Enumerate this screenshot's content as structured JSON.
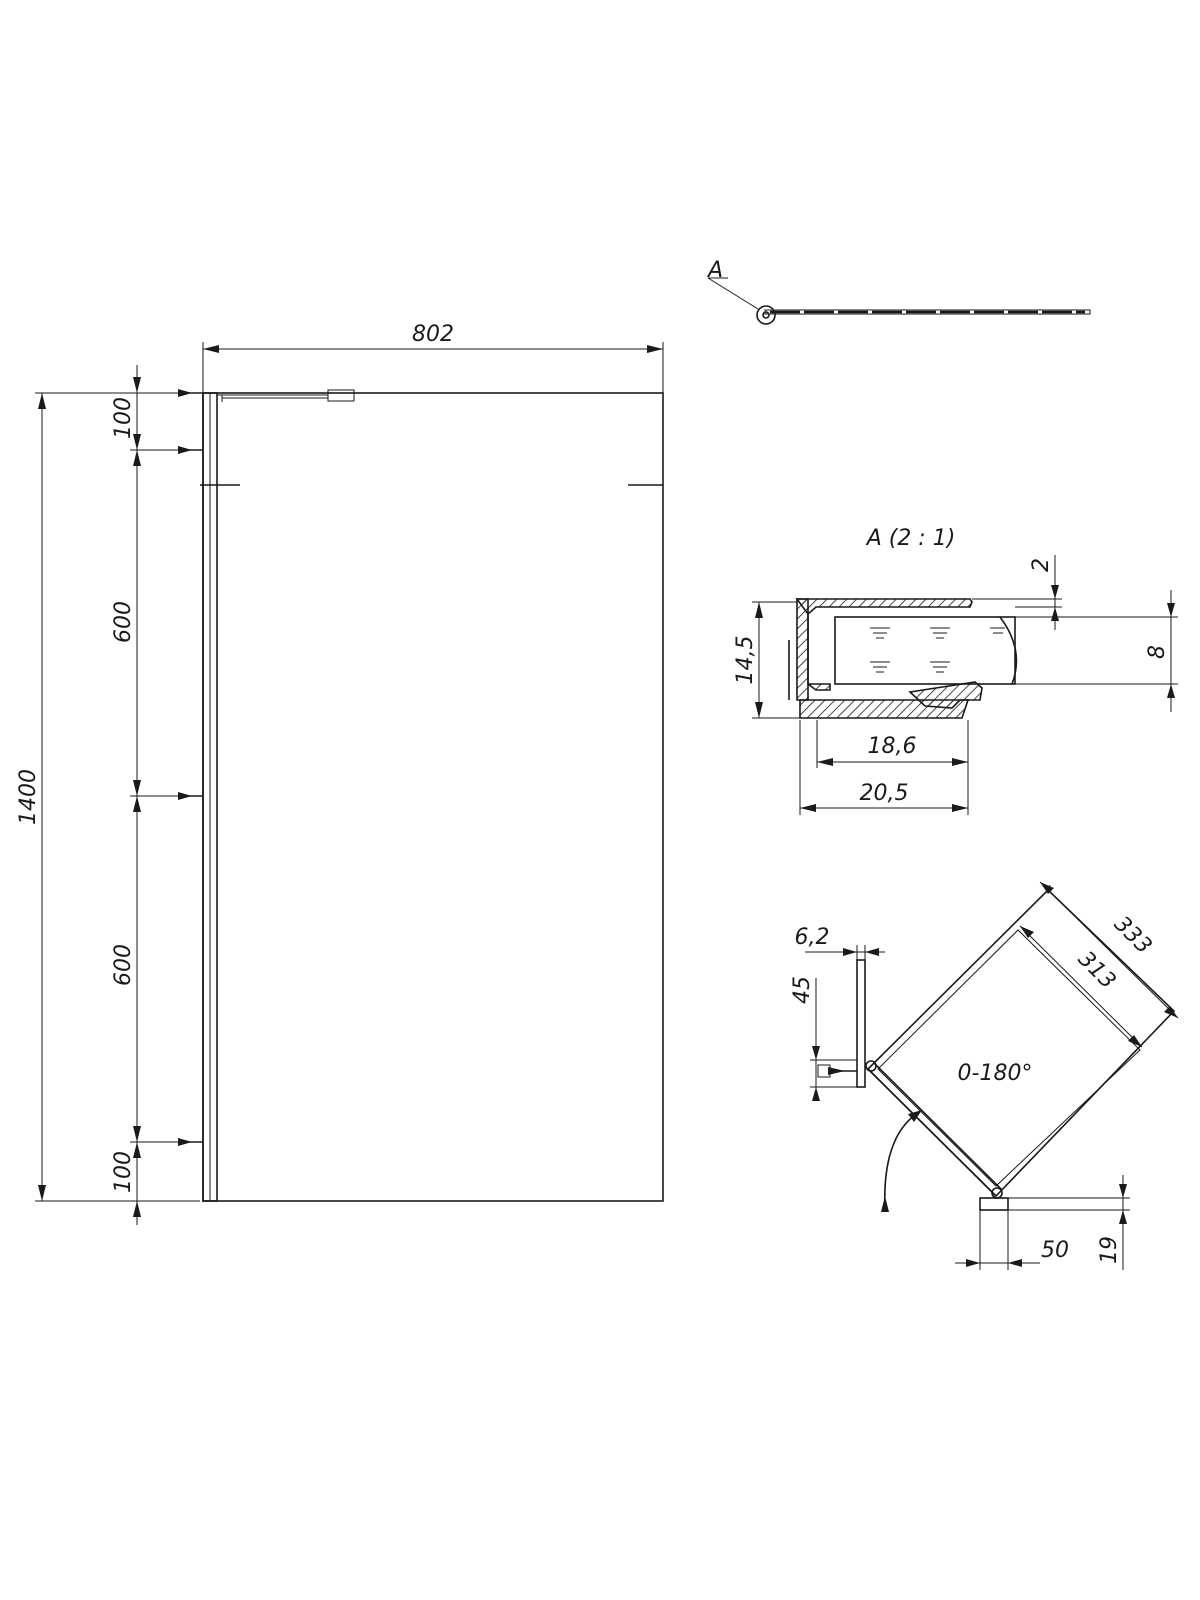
{
  "front_view": {
    "width": "802",
    "height": "1400",
    "seg_top": "100",
    "seg_upper": "600",
    "seg_lower": "600",
    "seg_bottom": "100"
  },
  "top_view": {
    "callout": "A"
  },
  "detail_a": {
    "title": "A (2 : 1)",
    "dim_top_gap": "2",
    "dim_glass": "8",
    "dim_height": "14,5",
    "dim_inner_width": "18,6",
    "dim_outer_width": "20,5"
  },
  "hinge_view": {
    "dim_outer": "333",
    "dim_inner": "313",
    "dim_wall_thickness": "6,2",
    "dim_wall_height": "45",
    "angle": "0-180°",
    "dim_bracket_width": "50",
    "dim_bracket_height": "19"
  }
}
